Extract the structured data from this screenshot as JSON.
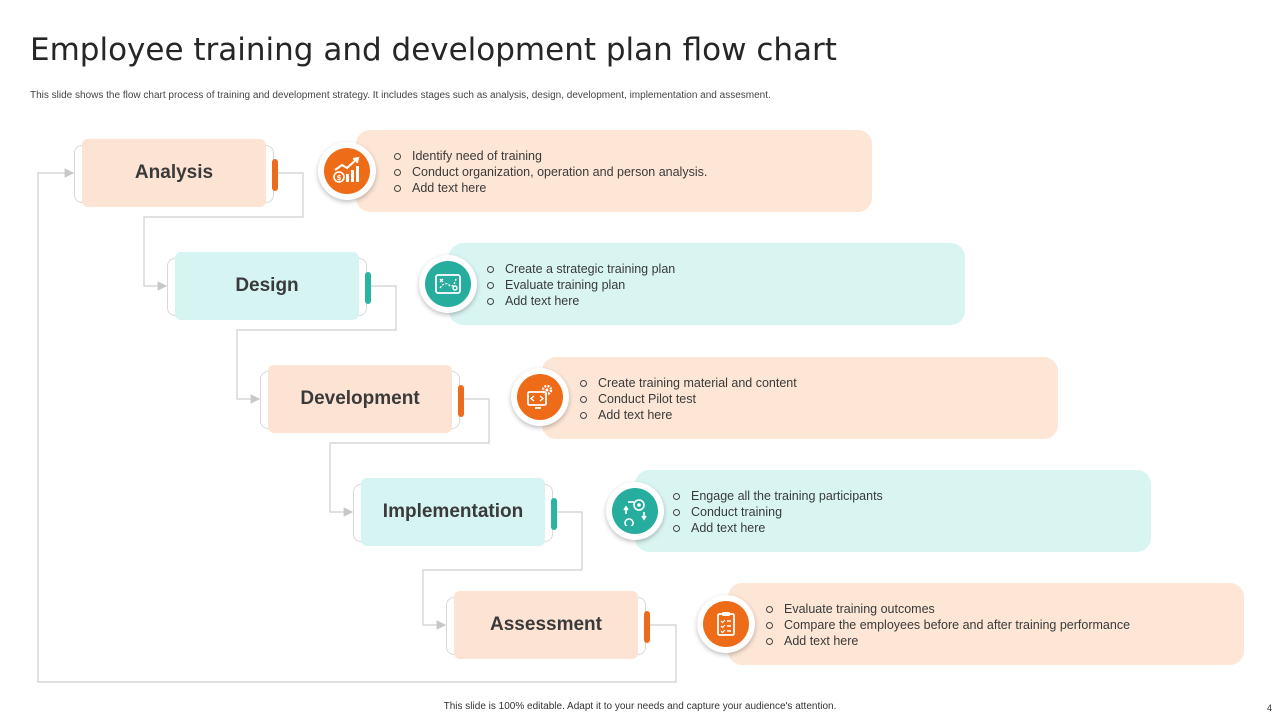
{
  "header": {
    "title": "Employee training and development plan flow chart",
    "subtitle": "This slide shows the flow chart process of training and development  strategy. It includes stages such as analysis, design, development, implementation  and assesment."
  },
  "stages": [
    {
      "label": "Analysis",
      "icon": "growth-chart-money-icon",
      "theme": "peach",
      "bullets": [
        "Identify need of training",
        "Conduct organization, operation and person analysis.",
        "Add text here"
      ]
    },
    {
      "label": "Design",
      "icon": "strategy-plan-icon",
      "theme": "mint",
      "bullets": [
        "Create a  strategic training  plan",
        "Evaluate training plan",
        "Add text here"
      ]
    },
    {
      "label": "Development",
      "icon": "code-settings-monitor-icon",
      "theme": "peach",
      "bullets": [
        "Create training material and content",
        "Conduct Pilot test",
        "Add text here"
      ]
    },
    {
      "label": "Implementation",
      "icon": "process-cycle-icon",
      "theme": "mint",
      "bullets": [
        "Engage all the training participants",
        "Conduct training",
        "Add text here"
      ]
    },
    {
      "label": "Assessment",
      "icon": "clipboard-checklist-icon",
      "theme": "peach",
      "bullets": [
        "Evaluate training outcomes",
        "Compare the employees before and after training performance",
        "Add text here"
      ]
    }
  ],
  "footer": {
    "note": "This slide is 100% editable. Adapt it to your needs and capture your audience's attention.",
    "page_number": "4"
  },
  "colors": {
    "peach_fill": "#fce3d3",
    "mint_fill": "#d6f4f1",
    "orange_accent": "#ec6b1c",
    "teal_accent": "#2cb4a3"
  }
}
